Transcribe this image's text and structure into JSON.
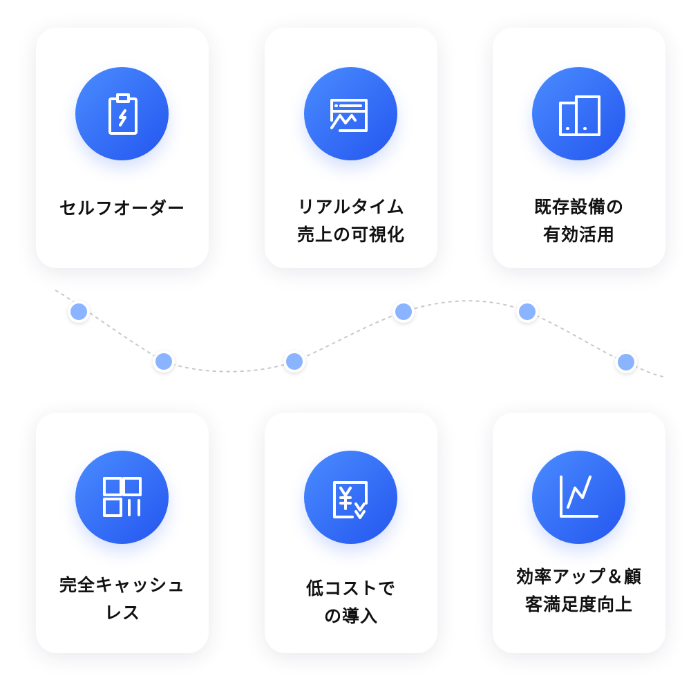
{
  "features": [
    {
      "label": "セルフオーダー",
      "icon": "clipboard-lightning-icon"
    },
    {
      "label": "リアルタイム\n売上の可視化",
      "icon": "dashboard-chart-icon"
    },
    {
      "label": "既存設備の\n有効活用",
      "icon": "devices-icon"
    },
    {
      "label": "完全キャッシュ\nレス",
      "icon": "qr-code-icon"
    },
    {
      "label": "低コストで\nの導入",
      "icon": "yen-document-icon"
    },
    {
      "label": "効率アップ＆顧\n客満足度向上",
      "icon": "line-chart-icon"
    }
  ],
  "colors": {
    "accent_start": "#4a8cff",
    "accent_end": "#2456ef",
    "dot": "#8ab4ff"
  }
}
